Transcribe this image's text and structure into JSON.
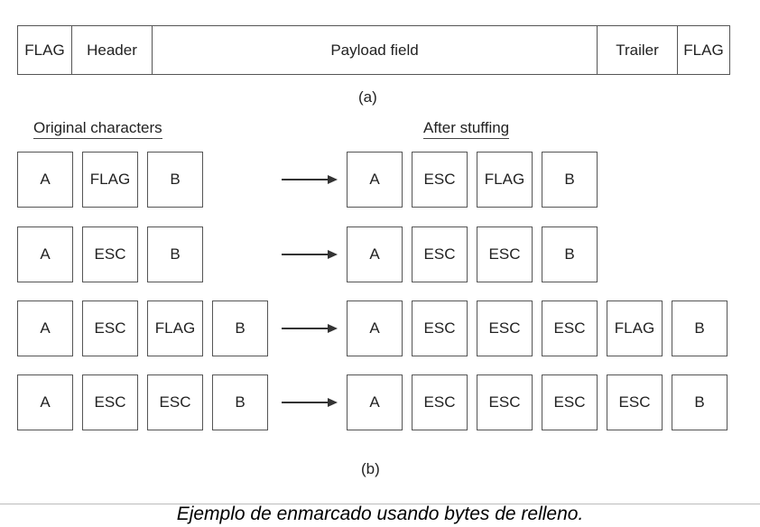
{
  "frame": {
    "fields": [
      {
        "id": "flag-start",
        "label": "FLAG"
      },
      {
        "id": "header",
        "label": "Header"
      },
      {
        "id": "payload",
        "label": "Payload field"
      },
      {
        "id": "trailer",
        "label": "Trailer"
      },
      {
        "id": "flag-end",
        "label": "FLAG"
      }
    ],
    "sublabel": "(a)"
  },
  "stuffing": {
    "original_heading": "Original characters",
    "after_heading": "After stuffing",
    "rows": [
      {
        "original": [
          "A",
          "FLAG",
          "B"
        ],
        "after": [
          "A",
          "ESC",
          "FLAG",
          "B"
        ]
      },
      {
        "original": [
          "A",
          "ESC",
          "B"
        ],
        "after": [
          "A",
          "ESC",
          "ESC",
          "B"
        ]
      },
      {
        "original": [
          "A",
          "ESC",
          "FLAG",
          "B"
        ],
        "after": [
          "A",
          "ESC",
          "ESC",
          "ESC",
          "FLAG",
          "B"
        ]
      },
      {
        "original": [
          "A",
          "ESC",
          "ESC",
          "B"
        ],
        "after": [
          "A",
          "ESC",
          "ESC",
          "ESC",
          "ESC",
          "B"
        ]
      }
    ],
    "sublabel": "(b)"
  },
  "caption": "Ejemplo de enmarcado usando bytes de relleno."
}
